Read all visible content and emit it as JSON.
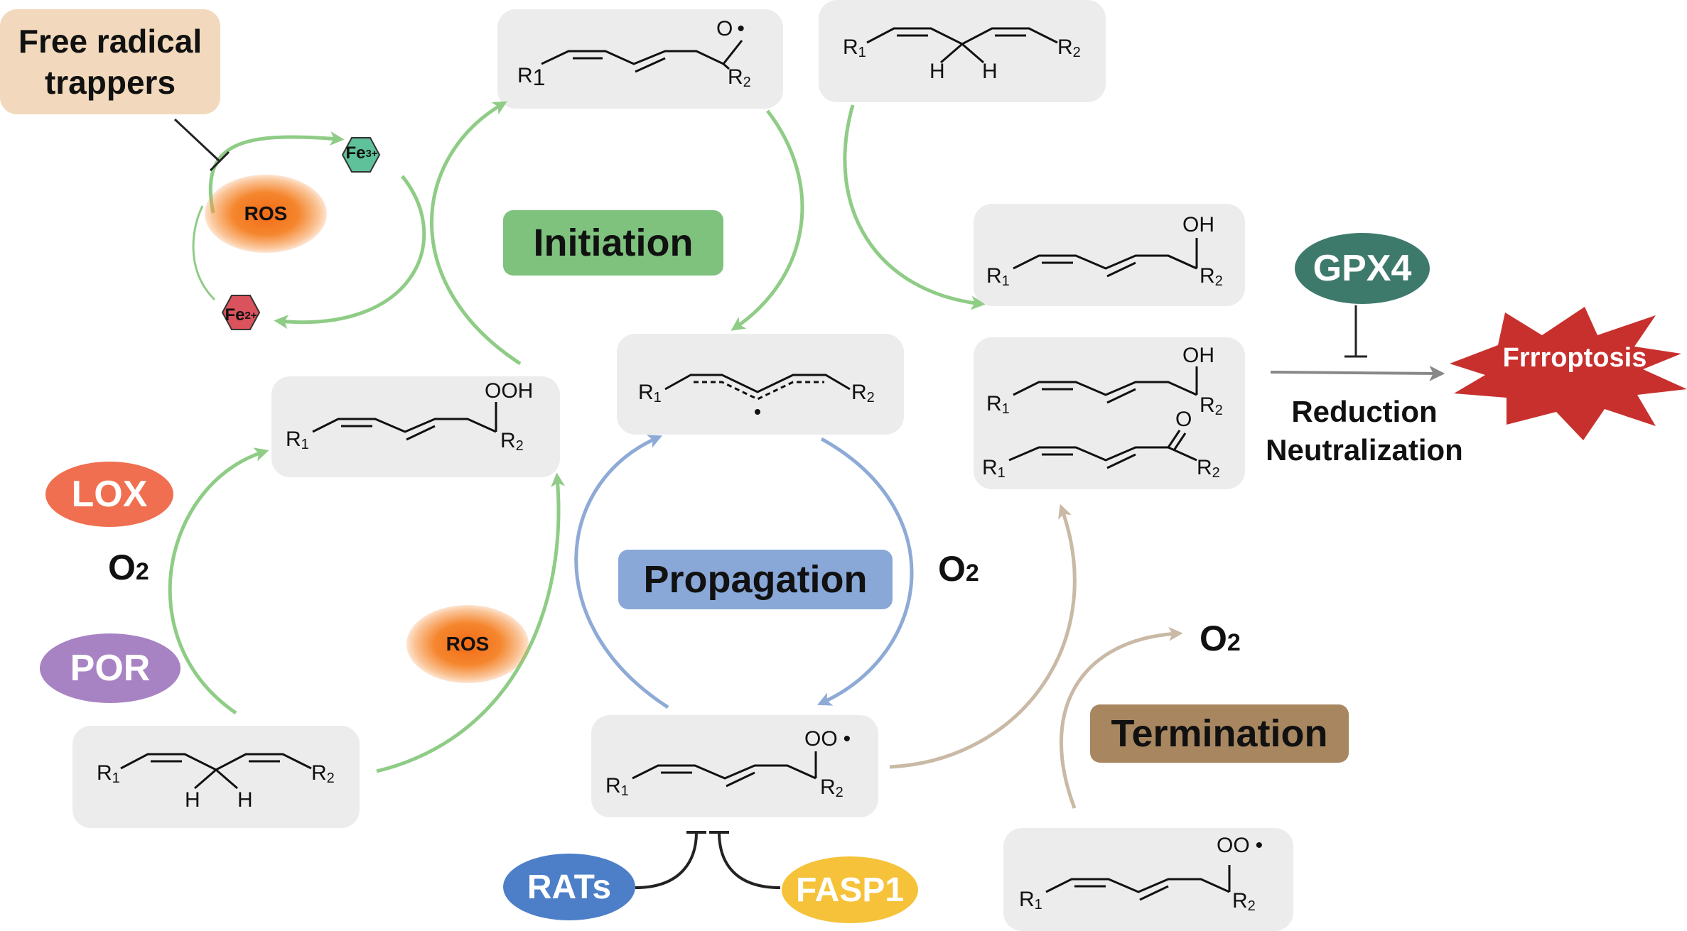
{
  "labels": {
    "free_radical_trappers": "Free radical\ntrappers",
    "ros_top": "ROS",
    "ros_bottom": "ROS",
    "fe3": "Fe3+",
    "fe2": "Fe2+",
    "initiation": "Initiation",
    "propagation": "Propagation",
    "termination": "Termination",
    "lox": "LOX",
    "por": "POR",
    "o2_left": "O",
    "o2_center": "O",
    "o2_right": "O",
    "o2_sub": "2",
    "gpx4": "GPX4",
    "ferroptosis": "Frrroptosis",
    "reduction": "Reduction",
    "neutralization": "Neutralization",
    "rats": "RATs",
    "fasp1": "FASP1"
  },
  "chem": {
    "r1": "R",
    "r2": "R",
    "sub1": "1",
    "sub2": "2",
    "h": "H",
    "oh": "OH",
    "ooh": "OOH",
    "o": "O",
    "oo_rad": "OO",
    "o_rad": "O",
    "radical_dot": "•"
  },
  "colors": {
    "panel_bg": "#ececec",
    "initiation_bg": "#7ec27d",
    "propagation_bg": "#89a8d8",
    "termination_bg": "#a88760",
    "trapper_bg": "#f2d9bd",
    "lox": "#ef6f50",
    "por": "#a883c4",
    "gpx4": "#3e7a6c",
    "rats": "#4d7fc8",
    "fasp1": "#f5c23a",
    "fe3": "#5fc19a",
    "fe2": "#d9525c",
    "ferroptosis": "#c8302e",
    "green_arrow": "#8fcc86",
    "blue_arrow": "#8eaad6",
    "tan_arrow": "#c9b9a5"
  }
}
